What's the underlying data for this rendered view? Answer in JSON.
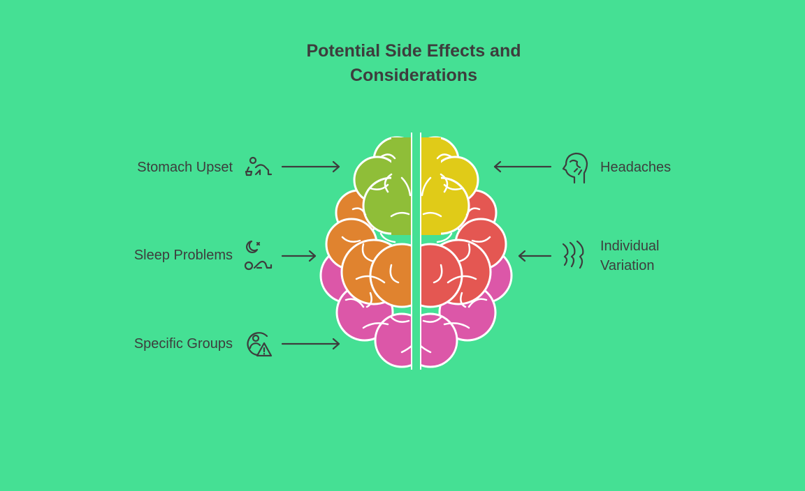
{
  "title": {
    "line1": "Potential Side Effects and",
    "line2": "Considerations"
  },
  "left_items": [
    {
      "label": "Stomach Upset",
      "icon": "nausea-person-icon"
    },
    {
      "label": "Sleep Problems",
      "icon": "sleep-disturbance-icon"
    },
    {
      "label": "Specific Groups",
      "icon": "person-warning-icon"
    }
  ],
  "right_items": [
    {
      "label": "Headaches",
      "icon": "head-pain-icon"
    },
    {
      "label_line1": "Individual",
      "label_line2": "Variation",
      "icon": "multiple-profiles-icon"
    }
  ],
  "colors": {
    "background": "#45e094",
    "green": "#8fbe38",
    "orange": "#e0832f",
    "pink": "#dc57a8",
    "yellow": "#e0cb18",
    "red": "#e45752"
  }
}
